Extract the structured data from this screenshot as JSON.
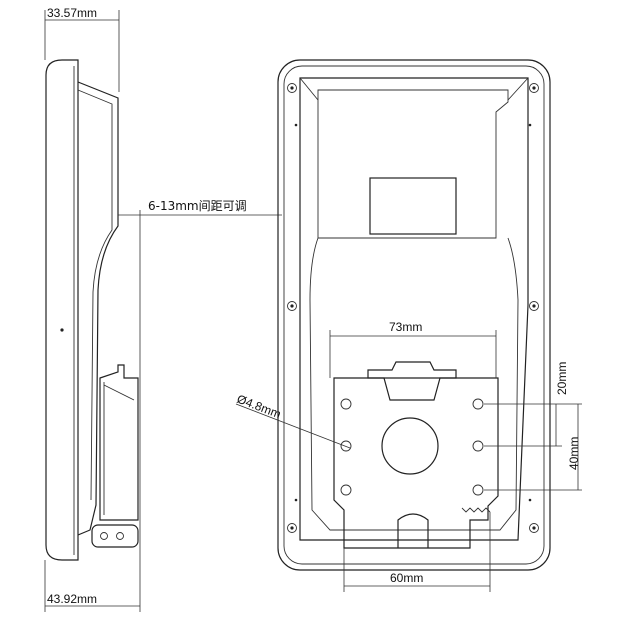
{
  "dimensions": {
    "top_depth": "33.57mm",
    "gap_adjust": "6-13mm间距可调",
    "bottom_depth": "43.92mm",
    "hole_h_spacing_top": "73mm",
    "hole_h_spacing_bottom": "60mm",
    "hole_v_spacing_small": "20mm",
    "hole_v_spacing_large": "40mm",
    "hole_diameter": "Ø4.8mm"
  }
}
